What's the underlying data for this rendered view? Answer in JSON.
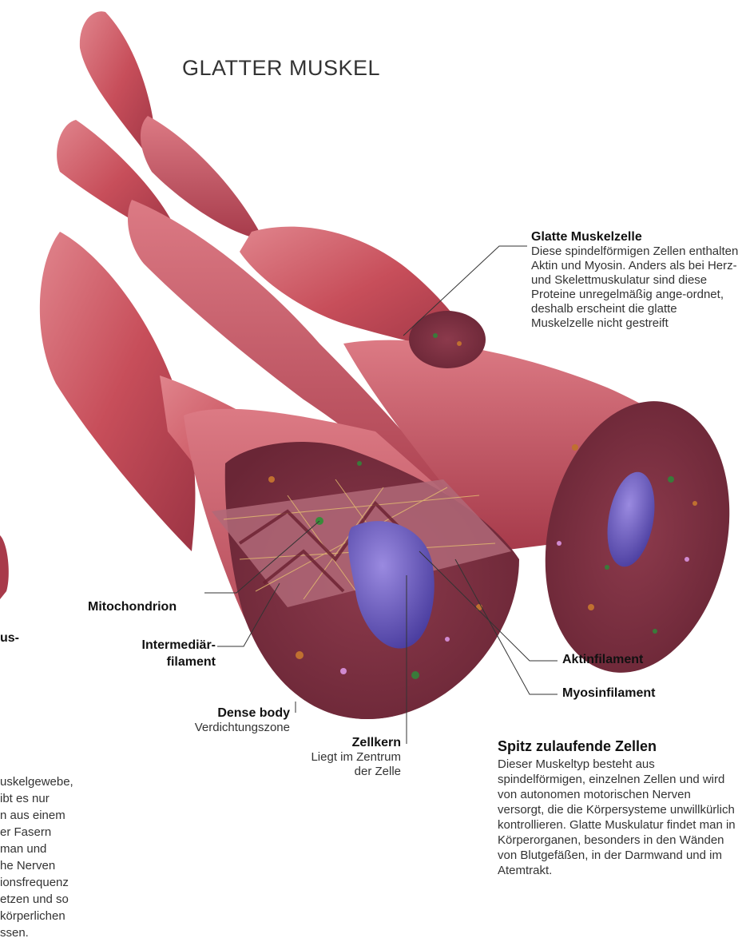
{
  "title": "GLATTER MUSKEL",
  "labels": {
    "glatte_muskelzelle": {
      "heading": "Glatte Muskelzelle",
      "text": "Diese spindelförmigen Zellen enthalten Aktin und Myosin. Anders als bei Herz- und Skelettmuskulatur sind diese Proteine unregelmäßig ange-ordnet, deshalb erscheint die glatte Muskelzelle nicht gestreift"
    },
    "mitochondrion": "Mitochondrion",
    "intermediaer_1": "Intermediär-",
    "intermediaer_2": "filament",
    "aktinfilament": "Aktinfilament",
    "myosinfilament": "Myosinfilament",
    "dense_body": {
      "heading": "Dense body",
      "text": "Verdichtungszone"
    },
    "zellkern": {
      "heading": "Zellkern",
      "text_1": "Liegt im Zentrum",
      "text_2": "der Zelle"
    }
  },
  "section": {
    "heading": "Spitz zulaufende Zellen",
    "text": "Dieser Muskeltyp besteht aus spindelförmigen, einzelnen Zellen und wird von autonomen motorischen Nerven versorgt, die die Körpersysteme unwillkürlich kontrollieren. Glatte Muskulatur findet man in Körperorganen, besonders in den Wänden von Blutgefäßen, in der Darmwand und im Atemtrakt."
  },
  "left_fragments": {
    "bold_fragment": "us-",
    "lines": [
      "uskelgewebe,",
      "ibt es nur",
      "n aus einem",
      "er Fasern",
      "man und",
      "he Nerven",
      "ionsfrequenz",
      "etzen und so",
      "körperlichen",
      "ssen."
    ]
  },
  "colors": {
    "muscle": "#c4505a",
    "muscle_dark": "#8e2e3a",
    "cross_section": "#7a2f3f",
    "nucleus": "#6b5cc0",
    "leader_line": "#333333"
  }
}
